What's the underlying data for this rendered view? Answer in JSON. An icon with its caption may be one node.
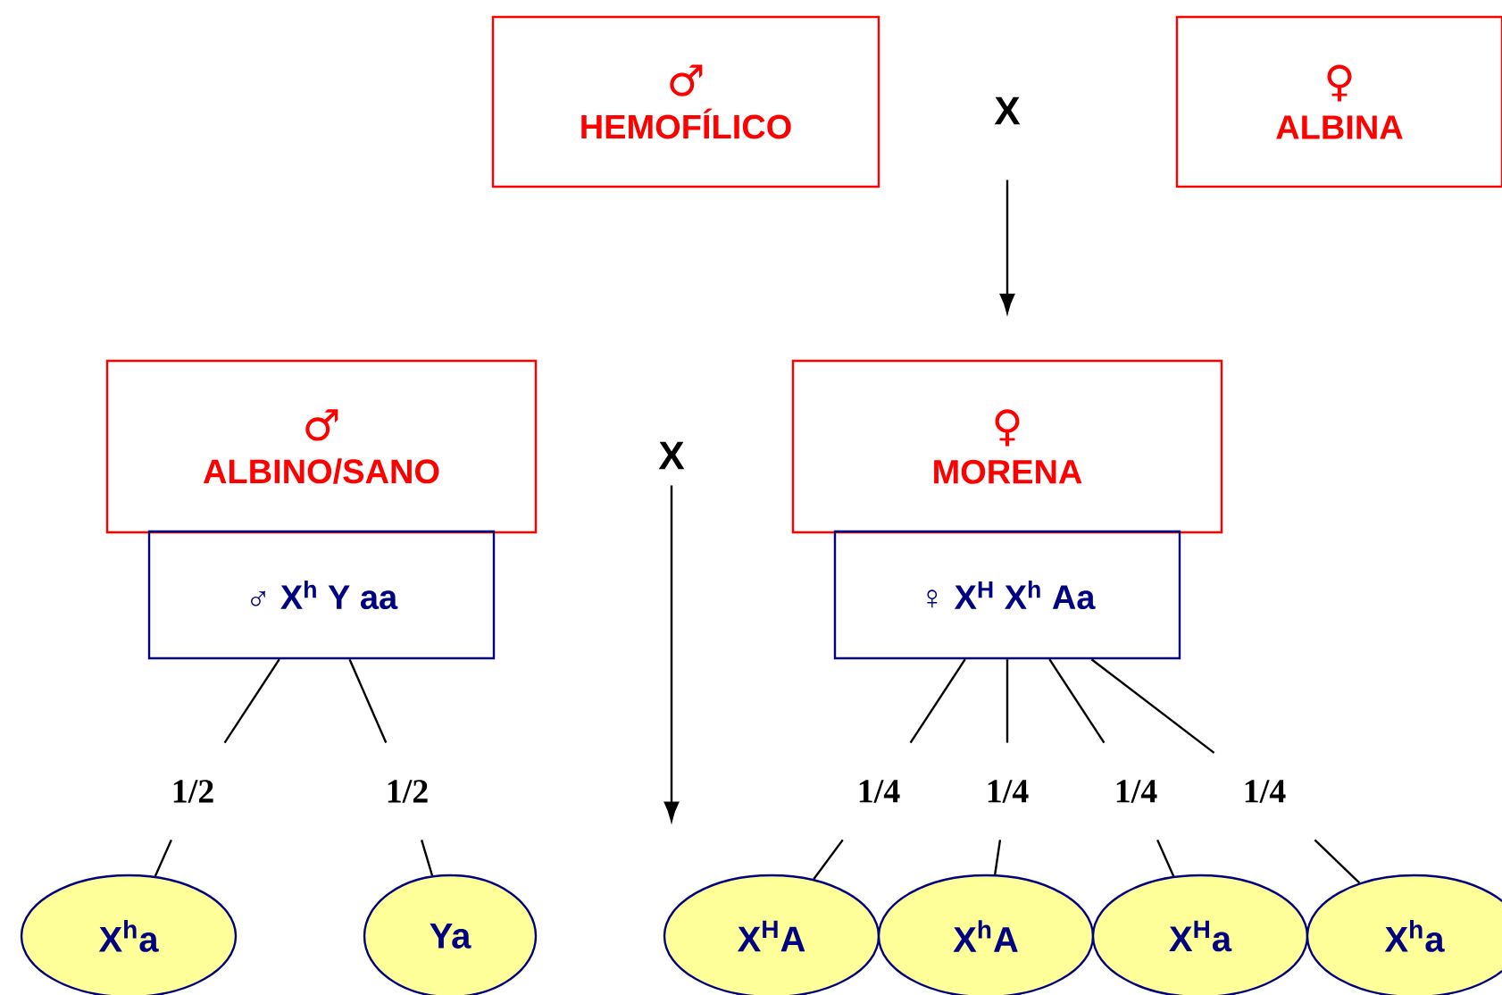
{
  "diagram": {
    "nodes": [
      {
        "text": [
          "♂",
          "HEMOFÍLICO"
        ]
      },
      {
        "text": [
          "X"
        ]
      },
      {
        "text": [
          "♀",
          "ALBINA"
        ]
      },
      {
        "text": [
          "♂",
          "ALBINO/SANO"
        ]
      },
      {
        "text": [
          "♂ X$^{h}$ Y aa"
        ]
      },
      {
        "text": [
          "X"
        ]
      },
      {
        "text": [
          "♀",
          "MORENA"
        ]
      },
      {
        "text": [
          "♀ X$^{H}$ X$^{h}$ Aa"
        ]
      },
      {
        "text": [
          "1/2"
        ]
      },
      {
        "text": [
          "1/2"
        ]
      },
      {
        "text": [
          "1/4"
        ]
      },
      {
        "text": [
          "1/4"
        ]
      },
      {
        "text": [
          "1/4"
        ]
      },
      {
        "text": [
          "1/4"
        ]
      },
      {
        "text": [
          "X$^{h}$a"
        ]
      },
      {
        "text": [
          "Ya"
        ]
      },
      {
        "text": [
          "X$^{H}$A"
        ]
      },
      {
        "text": [
          "X$^{h}$A"
        ]
      },
      {
        "text": [
          "X$^{H}$a"
        ]
      },
      {
        "text": [
          "X$^{h}$a"
        ]
      }
    ],
    "edges": [
      {
        "from": 1,
        "to": 6,
        "arrow": "to"
      },
      {
        "from": 5,
        "to": null,
        "arrow": "to"
      },
      {
        "from": 4,
        "to": 8,
        "arrow": "none"
      },
      {
        "from": 4,
        "to": 9,
        "arrow": "none"
      },
      {
        "from": 8,
        "to": 14,
        "arrow": "none"
      },
      {
        "from": 9,
        "to": 15,
        "arrow": "none"
      },
      {
        "from": 7,
        "to": 10,
        "arrow": "none"
      },
      {
        "from": 7,
        "to": 11,
        "arrow": "none"
      },
      {
        "from": 7,
        "to": 12,
        "arrow": "none"
      },
      {
        "from": 7,
        "to": 13,
        "arrow": "none"
      },
      {
        "from": 10,
        "to": 16,
        "arrow": "none"
      },
      {
        "from": 11,
        "to": 17,
        "arrow": "none"
      },
      {
        "from": 12,
        "to": 18,
        "arrow": "none"
      },
      {
        "from": 13,
        "to": 19,
        "arrow": "none"
      }
    ]
  }
}
